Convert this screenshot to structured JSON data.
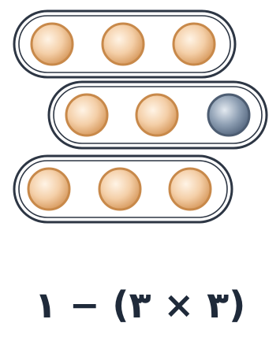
{
  "groups": [
    {
      "counters": [
        "orange",
        "orange",
        "orange"
      ]
    },
    {
      "counters": [
        "orange",
        "orange",
        "blue"
      ]
    },
    {
      "counters": [
        "orange",
        "orange",
        "orange"
      ]
    }
  ],
  "colors": {
    "outline": "#2d3644",
    "orange_fill": "#f4cfa8",
    "orange_edge": "#c8894a",
    "blue_fill": "#8fa0b4",
    "blue_edge": "#4d5d72"
  },
  "expression": "(۳ × ۳) − ۱"
}
